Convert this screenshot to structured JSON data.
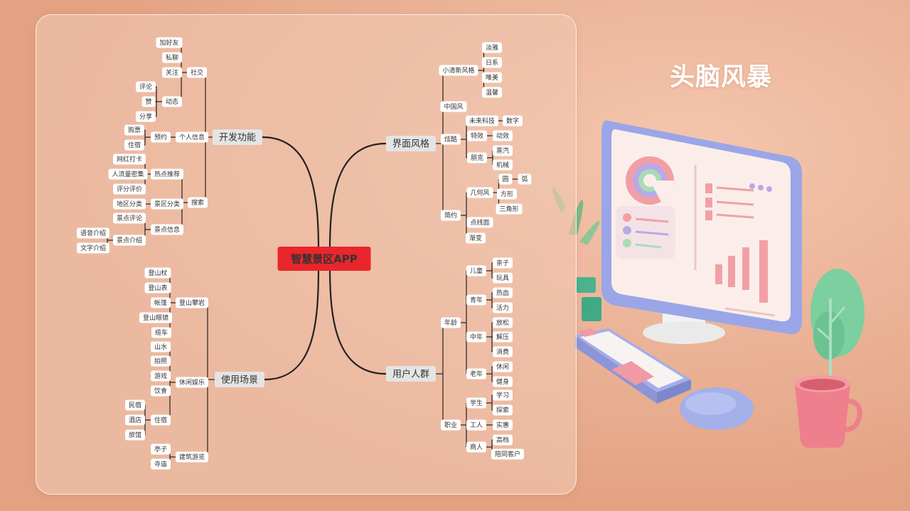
{
  "title": "头脑风暴",
  "mindmap": {
    "center": "智慧景区APP",
    "branches": [
      {
        "label": "开发功能",
        "children": [
          {
            "label": "社交",
            "children": [
              {
                "label": "加好友"
              },
              {
                "label": "私聊"
              },
              {
                "label": "关注"
              },
              {
                "label": "动态",
                "children": [
                  {
                    "label": "评论"
                  },
                  {
                    "label": "赞"
                  },
                  {
                    "label": "分享"
                  }
                ]
              }
            ]
          },
          {
            "label": "个人信息",
            "children": [
              {
                "label": "预约",
                "children": [
                  {
                    "label": "购票"
                  },
                  {
                    "label": "住宿"
                  }
                ]
              }
            ]
          },
          {
            "label": "搜索",
            "children": [
              {
                "label": "热点推荐",
                "children": [
                  {
                    "label": "网红打卡"
                  },
                  {
                    "label": "人流量密集"
                  },
                  {
                    "label": "评分评价"
                  }
                ]
              },
              {
                "label": "景区分类",
                "children": [
                  {
                    "label": "地区分类"
                  }
                ]
              },
              {
                "label": "景点信息",
                "children": [
                  {
                    "label": "景点评论"
                  },
                  {
                    "label": "景点介绍",
                    "children": [
                      {
                        "label": "语音介绍"
                      },
                      {
                        "label": "文字介绍"
                      }
                    ]
                  }
                ]
              }
            ]
          }
        ]
      },
      {
        "label": "使用场景",
        "children": [
          {
            "label": "登山攀岩",
            "children": [
              {
                "label": "登山杖"
              },
              {
                "label": "登山表"
              },
              {
                "label": "帐篷"
              },
              {
                "label": "登山眼镜"
              },
              {
                "label": "缆车"
              }
            ]
          },
          {
            "label": "休闲娱乐",
            "children": [
              {
                "label": "山水"
              },
              {
                "label": "拍照"
              },
              {
                "label": "游戏"
              },
              {
                "label": "饮食"
              },
              {
                "label": "住宿",
                "children": [
                  {
                    "label": "民宿"
                  },
                  {
                    "label": "酒店"
                  },
                  {
                    "label": "旅馆"
                  }
                ]
              }
            ]
          },
          {
            "label": "建筑游览",
            "children": [
              {
                "label": "亭子"
              },
              {
                "label": "寺庙"
              }
            ]
          }
        ]
      },
      {
        "label": "界面风格",
        "children": [
          {
            "label": "小清新风格",
            "children": [
              {
                "label": "淡雅"
              },
              {
                "label": "日系"
              },
              {
                "label": "唯美"
              },
              {
                "label": "温馨"
              }
            ]
          },
          {
            "label": "中国风"
          },
          {
            "label": "炫酷",
            "children": [
              {
                "label": "未来科技",
                "children": [
                  {
                    "label": "数字"
                  }
                ]
              },
              {
                "label": "特效",
                "children": [
                  {
                    "label": "动效"
                  }
                ]
              },
              {
                "label": "朋克",
                "children": [
                  {
                    "label": "蒸汽"
                  },
                  {
                    "label": "机械"
                  }
                ]
              }
            ]
          },
          {
            "label": "简约",
            "children": [
              {
                "label": "几何风",
                "children": [
                  {
                    "label": "圆",
                    "children": [
                      {
                        "label": "弧"
                      }
                    ]
                  },
                  {
                    "label": "方形"
                  },
                  {
                    "label": "三角形"
                  }
                ]
              },
              {
                "label": "点线面"
              },
              {
                "label": "渐变"
              }
            ]
          }
        ]
      },
      {
        "label": "用户人群",
        "children": [
          {
            "label": "年龄",
            "children": [
              {
                "label": "儿童",
                "children": [
                  {
                    "label": "亲子"
                  },
                  {
                    "label": "玩具"
                  }
                ]
              },
              {
                "label": "青年",
                "children": [
                  {
                    "label": "热血"
                  },
                  {
                    "label": "活力"
                  }
                ]
              },
              {
                "label": "中年",
                "children": [
                  {
                    "label": "放松"
                  },
                  {
                    "label": "解压"
                  },
                  {
                    "label": "消费"
                  }
                ]
              },
              {
                "label": "老年",
                "children": [
                  {
                    "label": "休闲"
                  },
                  {
                    "label": "健身"
                  }
                ]
              }
            ]
          },
          {
            "label": "职业",
            "children": [
              {
                "label": "学生",
                "children": [
                  {
                    "label": "学习"
                  },
                  {
                    "label": "探索"
                  }
                ]
              },
              {
                "label": "工人",
                "children": [
                  {
                    "label": "实惠"
                  }
                ]
              },
              {
                "label": "商人",
                "children": [
                  {
                    "label": "高档"
                  },
                  {
                    "label": "陪同客户"
                  }
                ]
              }
            ]
          }
        ]
      }
    ]
  },
  "colors": {
    "background": "#e9b092",
    "center_node": "#e8262b",
    "branch_node": "#e4e4e4",
    "leaf_node": "#ffffff",
    "connector": "#222222"
  }
}
